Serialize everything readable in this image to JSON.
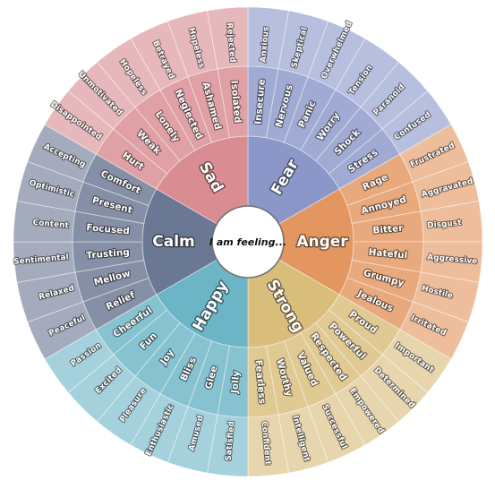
{
  "center_label": "I am feeling...",
  "emotions": [
    {
      "name": "Fear",
      "color": "#8b97c9",
      "secondary": [
        "Insecure",
        "Nervous",
        "Panic",
        "Worry",
        "Shock",
        "Stress"
      ],
      "tertiary": [
        "Anxious",
        "Skeptical",
        "Overwhelmed",
        "Tension",
        "Paranoid",
        "Confused"
      ]
    },
    {
      "name": "Anger",
      "color": "#e39660",
      "secondary": [
        "Rage",
        "Annoyed",
        "Bitter",
        "Hateful",
        "Grumpy",
        "Jealous"
      ],
      "tertiary": [
        "Frustrated",
        "Aggravated",
        "Disgust",
        "Aggressive",
        "Hostile",
        "Irritated"
      ]
    },
    {
      "name": "Strong",
      "color": "#d9bd7b",
      "secondary": [
        "Proud",
        "Powerful",
        "Respected",
        "Valued",
        "Worthy",
        "Fearless"
      ],
      "tertiary": [
        "Important",
        "Determined",
        "Empowered",
        "Successful",
        "Intelligent",
        "Confident"
      ]
    },
    {
      "name": "Happy",
      "color": "#6cb5c6",
      "secondary": [
        "Jolly",
        "Glee",
        "Bliss",
        "Joy",
        "Fun",
        "Cheerful"
      ],
      "tertiary": [
        "Satisfied",
        "Amused",
        "Enthusiastic",
        "Pleasure",
        "Excited",
        "Passion"
      ]
    },
    {
      "name": "Calm",
      "color": "#6a7893",
      "secondary": [
        "Relief",
        "Mellow",
        "Trusting",
        "Focused",
        "Present",
        "Comfort"
      ],
      "tertiary": [
        "Peaceful",
        "Relaxed",
        "Sentimental",
        "Content",
        "Optimistic",
        "Accepting"
      ]
    },
    {
      "name": "Sad",
      "color": "#d98c92",
      "secondary": [
        "Hurt",
        "Weak",
        "Lonely",
        "Neglected",
        "Ashamed",
        "Isolated"
      ],
      "tertiary": [
        "Disappointed",
        "Unmotivated",
        "Hopeless",
        "Betrayed",
        "Hopeless",
        "Rejected"
      ]
    }
  ]
}
